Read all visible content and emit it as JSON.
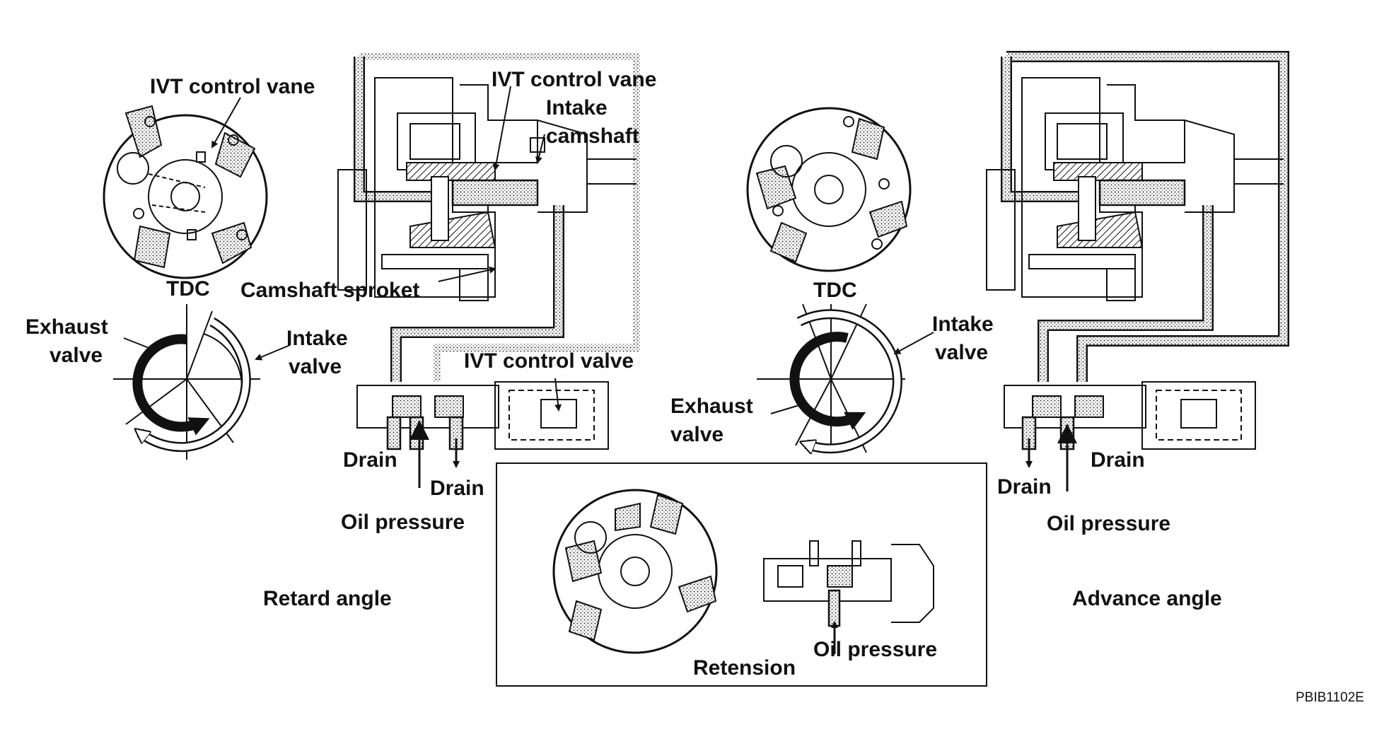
{
  "labels": {
    "ivt_control_vane_left": "IVT control vane",
    "ivt_control_vane_top": "IVT control vane",
    "intake_camshaft": "Intake camshaft",
    "camshaft_sprocket": "Camshaft sproket",
    "tdc_left": "TDC",
    "tdc_right": "TDC",
    "exhaust_valve_left": "Exhaust valve",
    "intake_valve_left": "Intake valve",
    "exhaust_valve_right": "Exhaust valve",
    "intake_valve_right": "Intake valve",
    "ivt_control_valve": "IVT control valve",
    "drain_left_1": "Drain",
    "drain_left_2": "Drain",
    "oil_pressure_left": "Oil pressure",
    "drain_right_1": "Drain",
    "drain_right_2": "Drain",
    "oil_pressure_right": "Oil pressure",
    "oil_pressure_center": "Oil pressure",
    "retard_angle": "Retard angle",
    "advance_angle": "Advance angle",
    "retension": "Retension",
    "figure_code": "PBIB1102E"
  },
  "colors": {
    "ink": "#111111",
    "paper": "#ffffff"
  }
}
